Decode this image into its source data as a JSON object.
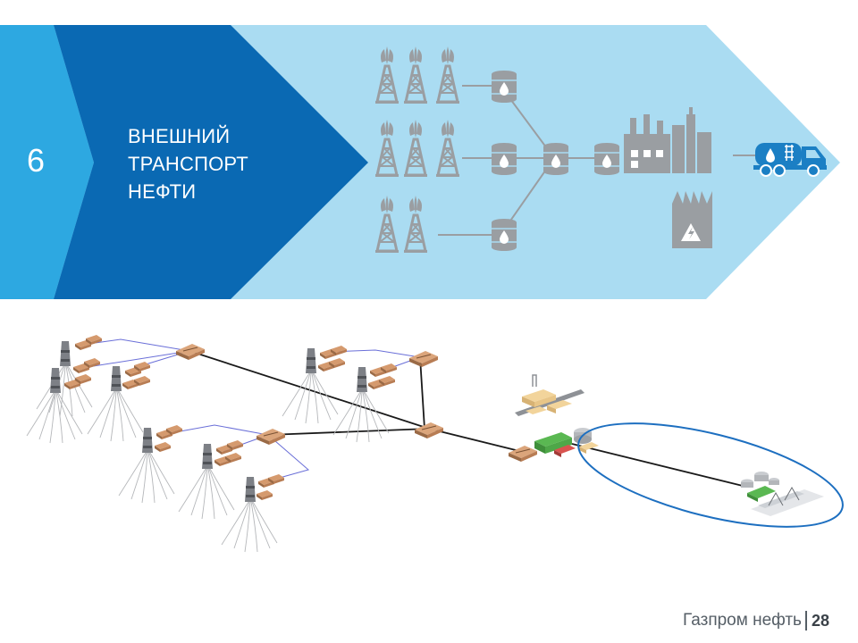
{
  "slide": {
    "number": "6",
    "title_lines": [
      "ВНЕШНИЙ",
      "ТРАНСПОРТ",
      "НЕФТИ"
    ]
  },
  "footer": {
    "brand": "Газпром нефть",
    "page": "28"
  },
  "colors": {
    "light_blue": "#aadcf2",
    "mid_blue": "#2da8e1",
    "dark_blue": "#0a69b3",
    "icon_gray": "#9a9ea2",
    "truck_blue": "#1b7fc4",
    "ellipse_blue": "#1d6fc0"
  },
  "icons": {
    "well": "oil-derrick-icon",
    "tank": "oil-barrel-icon",
    "refinery": "refinery-icon",
    "power_plant": "power-plant-icon",
    "tanker": "tanker-truck-icon"
  }
}
